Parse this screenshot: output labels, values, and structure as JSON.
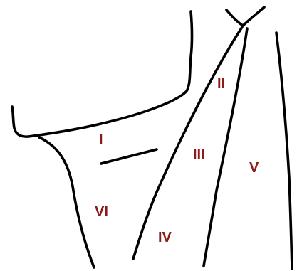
{
  "diagram": {
    "label_color": "#8b1a1a",
    "line_color": "#000000",
    "region_labels": {
      "I": "I",
      "II": "II",
      "III": "III",
      "IV": "IV",
      "V": "V",
      "VI": "VI"
    }
  }
}
